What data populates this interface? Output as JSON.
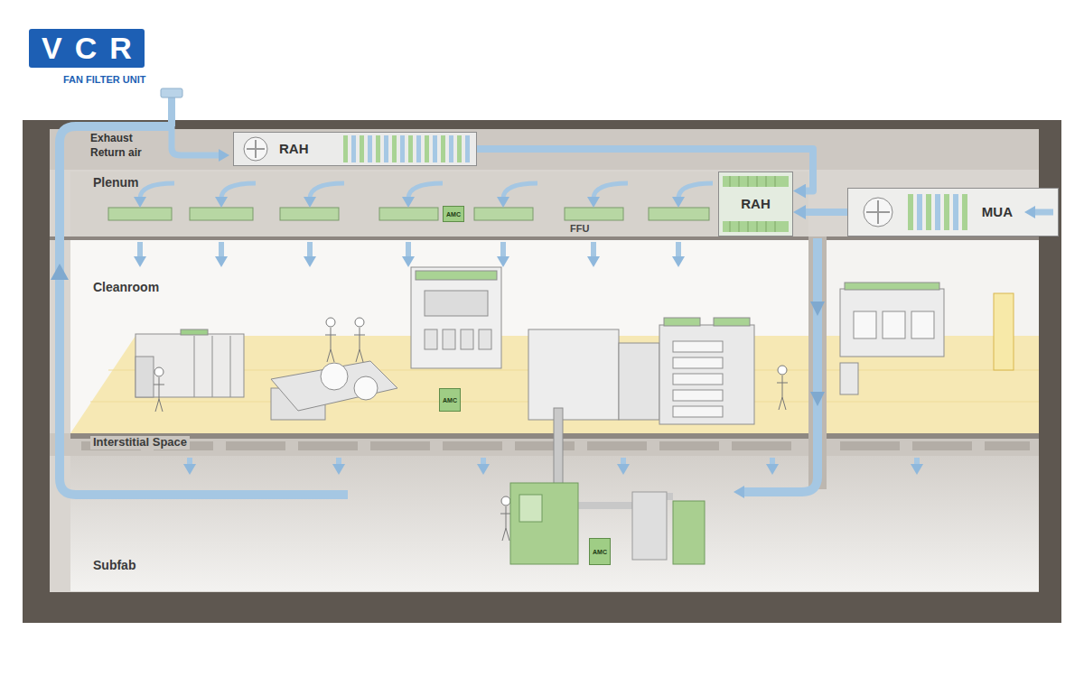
{
  "diagram": {
    "nodes": [
      {
        "text": [
          "RAH"
        ]
      },
      {
        "text": [
          "Plenum"
        ]
      },
      {
        "text": [
          "AMC"
        ],
        "in": 1
      },
      {
        "text": [
          "RAH"
        ]
      },
      {
        "text": [
          "MUA"
        ]
      },
      {
        "text": [
          "Cleanroom"
        ]
      },
      {
        "text": [
          "AMC"
        ],
        "in": 5
      },
      {
        "text": [
          "Interstitial Space"
        ]
      },
      {
        "text": [
          "Subfab"
        ]
      },
      {
        "text": [
          "AMC"
        ],
        "in": 8
      }
    ],
    "edges": [
      {
        "from": 0,
        "to": 3,
        "arrow": "to"
      },
      {
        "from": 4,
        "to": 3,
        "arrow": "to"
      }
    ],
    "labels": [
      "VCR",
      "FAN FILTER UNIT",
      "Exhaust",
      "Return air",
      "FFU"
    ]
  }
}
